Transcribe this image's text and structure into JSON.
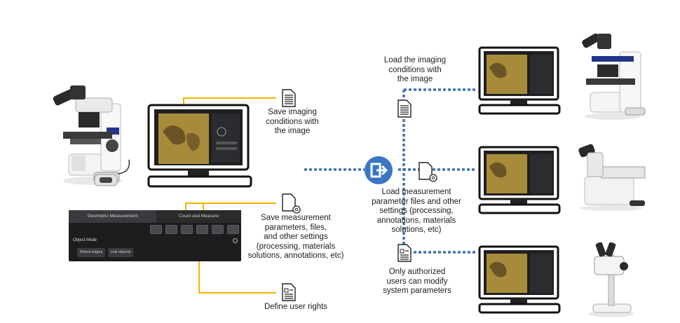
{
  "labels": {
    "save_imaging": [
      "Save imaging",
      "conditions with",
      "the image"
    ],
    "save_measurement": [
      "Save measurement",
      "parameters, files,",
      "and other settings",
      "(processing, materials",
      "solutions, annotations, etc)"
    ],
    "define_rights": [
      "Define user rights"
    ],
    "load_imaging": [
      "Load the imaging",
      "conditions with",
      "the image"
    ],
    "load_measurement": [
      "Load measurement",
      "parameter files and other",
      "settings (processing,",
      "annotations, materials",
      "solutions, etc)"
    ],
    "authorized": [
      "Only authorized",
      "users can modify",
      "system parameters"
    ]
  },
  "software_panel": {
    "tab_active": "Geometric Measurement",
    "tab_inactive": "Count and Measure",
    "mode_label": "Object Mode",
    "button_detect": "Detect edges",
    "button_link": "Link objects"
  },
  "colors": {
    "connector_gold": "#f2b400",
    "dotted_blue": "#3f72b5",
    "hub_blue": "#3b76c4"
  }
}
